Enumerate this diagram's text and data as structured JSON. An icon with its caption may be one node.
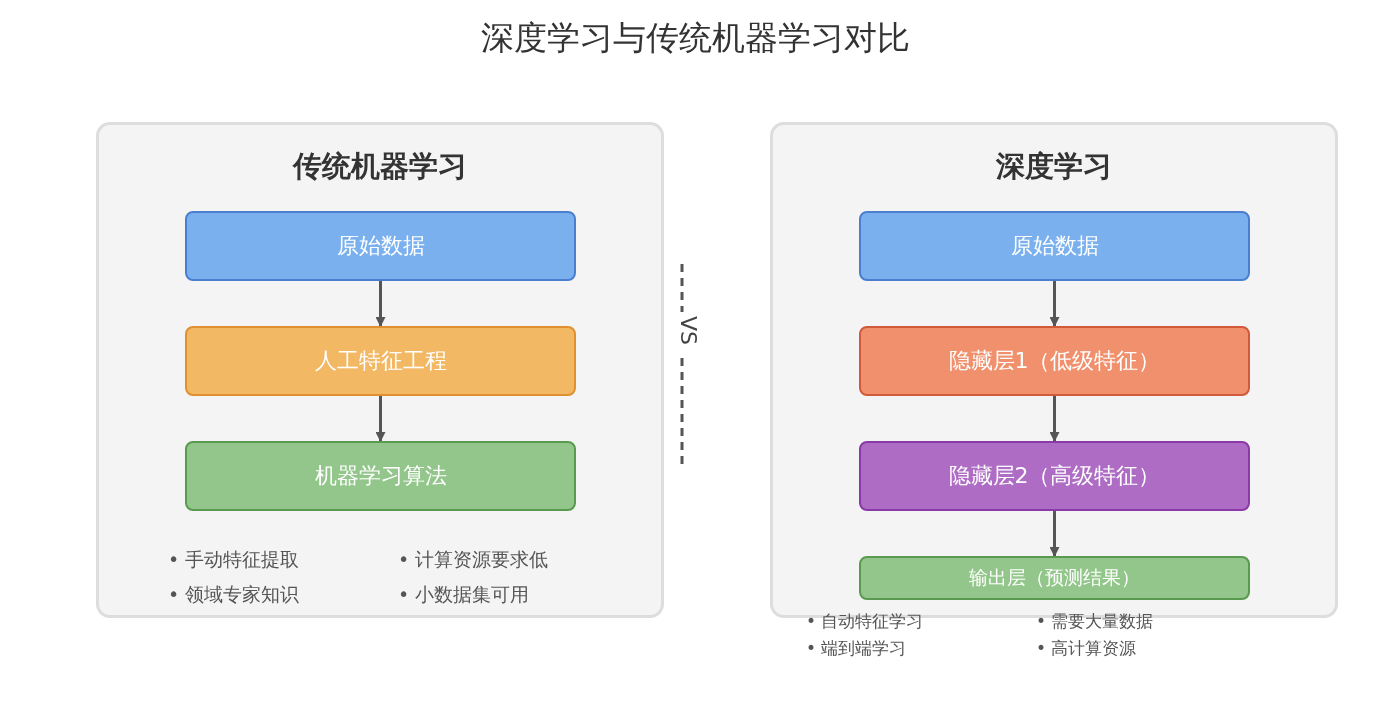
{
  "diagram": {
    "title": "深度学习与传统机器学习对比",
    "nodes": [
      {
        "text": [
          "传统机器学习"
        ]
      },
      {
        "text": [
          "原始数据"
        ],
        "in": 0
      },
      {
        "text": [
          "人工特征工程"
        ],
        "in": 0
      },
      {
        "text": [
          "机器学习算法"
        ],
        "in": 0
      },
      {
        "text": [
          "深度学习"
        ]
      },
      {
        "text": [
          "原始数据"
        ],
        "in": 4
      },
      {
        "text": [
          "隐藏层1（低级特征）"
        ],
        "in": 4
      },
      {
        "text": [
          "隐藏层2（高级特征）"
        ],
        "in": 4
      },
      {
        "text": [
          "输出层（预测结果）"
        ],
        "in": 4
      }
    ],
    "edges": [
      {
        "from": 1,
        "to": 2,
        "arrow": "to"
      },
      {
        "from": 2,
        "to": 3,
        "arrow": "to"
      },
      {
        "from": 5,
        "to": 6,
        "arrow": "to"
      },
      {
        "from": 6,
        "to": 7,
        "arrow": "to"
      },
      {
        "from": 7,
        "to": 8,
        "arrow": "to"
      }
    ],
    "labels": [
      "VS",
      "• 手动特征提取",
      "• 计算资源要求低",
      "• 领域专家知识",
      "• 小数据集可用",
      "• 自动特征学习",
      "• 需要大量数据",
      "• 端到端学习",
      "• 高计算资源"
    ]
  }
}
